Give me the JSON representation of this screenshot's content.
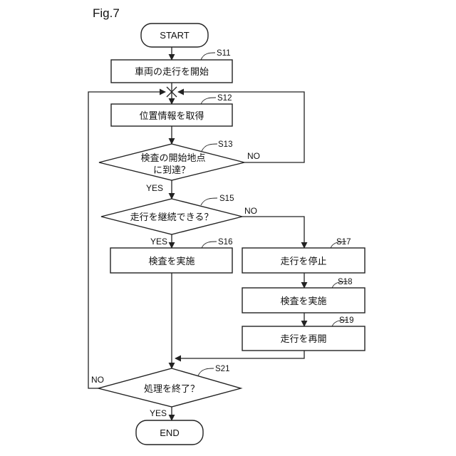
{
  "figure": {
    "title": "Fig.7"
  },
  "nodes": {
    "start": {
      "label": "START"
    },
    "s11": {
      "id": "S11",
      "label": "車両の走行を開始"
    },
    "s12": {
      "id": "S12",
      "label": "位置情報を取得"
    },
    "s13": {
      "id": "S13",
      "label_line1": "検査の開始地点",
      "label_line2": "に到達？"
    },
    "s15": {
      "id": "S15",
      "label": "走行を継続できる？"
    },
    "s16": {
      "id": "S16",
      "label": "検査を実施"
    },
    "s17": {
      "id": "S17",
      "label": "走行を停止"
    },
    "s18": {
      "id": "S18",
      "label": "検査を実施"
    },
    "s19": {
      "id": "S19",
      "label": "走行を再開"
    },
    "s21": {
      "id": "S21",
      "label": "処理を終了？"
    },
    "end": {
      "label": "END"
    }
  },
  "edges": {
    "s13_no": "NO",
    "s13_yes": "YES",
    "s15_no": "NO",
    "s15_yes": "YES",
    "s21_no": "NO",
    "s21_yes": "YES"
  }
}
